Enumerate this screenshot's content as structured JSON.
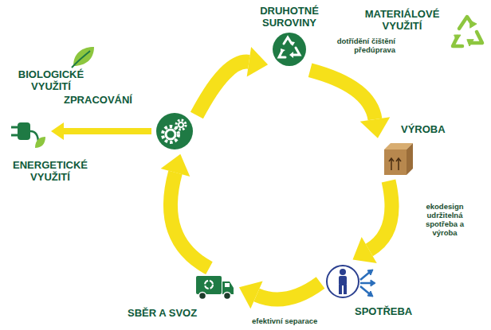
{
  "diagram": {
    "nodes": [
      {
        "text": [
          "DRUHOTNÉ SUROVINY"
        ]
      },
      {
        "text": [
          "MATERIÁLOVÉ VYUŽITÍ"
        ]
      },
      {
        "text": [
          "BIOLOGICKÉ VYUŽITÍ"
        ]
      },
      {
        "text": [
          "ZPRACOVÁNÍ"
        ]
      },
      {
        "text": [
          "VÝROBA"
        ]
      },
      {
        "text": [
          "ENERGETICKÉ VYUŽITÍ"
        ]
      },
      {
        "text": [
          "SPOTŘEBA"
        ]
      },
      {
        "text": [
          "SBĚR A SVOZ"
        ]
      }
    ],
    "edges": [
      {
        "from": 3,
        "to": 0,
        "arrow": "to"
      },
      {
        "from": 0,
        "to": 4,
        "label": "dotřídění čištění předúprava",
        "arrow": "to"
      },
      {
        "from": 4,
        "to": 6,
        "label": "ekodesign udržitelná spotřeba a výroba",
        "arrow": "to"
      },
      {
        "from": 6,
        "to": 7,
        "label": "efektivní separace",
        "arrow": "to"
      },
      {
        "from": 7,
        "to": 3,
        "arrow": "to"
      },
      {
        "from": 3,
        "to": 5,
        "arrow": "to"
      }
    ]
  }
}
